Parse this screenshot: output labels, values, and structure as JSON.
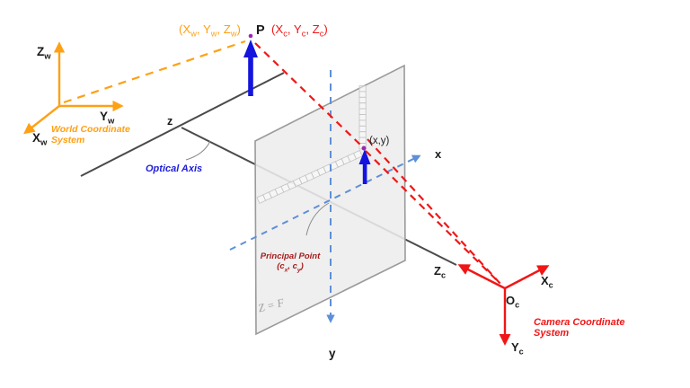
{
  "labels": {
    "point_p": "P",
    "world_point_coords": [
      "(X",
      [
        "w"
      ],
      ", Y",
      [
        "w"
      ],
      ", Z",
      [
        "w"
      ],
      ")"
    ],
    "camera_point_coords": [
      "(X",
      [
        "c"
      ],
      ", Y",
      [
        "c"
      ],
      ", Z",
      [
        "c"
      ],
      ")"
    ],
    "world_axis_z": [
      "Z",
      [
        "w"
      ]
    ],
    "world_axis_y": [
      "Y",
      [
        "w"
      ]
    ],
    "world_axis_x": [
      "X",
      [
        "w"
      ]
    ],
    "world_system_line1": "World Coordinate",
    "world_system_line2": "System",
    "optical_axis_point": "z",
    "optical_axis": "Optical Axis",
    "image_point": "(x,y)",
    "image_axis_x": "x",
    "image_axis_y": "y",
    "principal_point_line1": "Principal Point",
    "principal_point_coords": [
      "(c",
      [
        "x"
      ],
      ", c",
      [
        "y"
      ],
      ")"
    ],
    "plane_depth": "Z = F",
    "camera_axis_z": [
      "Z",
      [
        "c"
      ]
    ],
    "camera_axis_x": [
      "X",
      [
        "c"
      ]
    ],
    "camera_axis_y": [
      "Y",
      [
        "c"
      ]
    ],
    "camera_origin": [
      "O",
      [
        "c"
      ]
    ],
    "camera_system_line1": "Camera Coordinate",
    "camera_system_line2": "System"
  },
  "colors": {
    "world_accent": "#FFA014",
    "camera_accent": "#F11616",
    "projection_blue": "#1414DE",
    "image_axes_blue": "#5E8FD8",
    "optical_axis_label_blue": "#1F1FD9",
    "principal_point_red": "#A61C1C",
    "plane_fill": "#EDEDED",
    "plane_stroke": "#9A9A9A",
    "scene_line_dark": "#4A4A4A",
    "depth_label_gray": "#9E9E9E",
    "point_purple": "#9C27B0",
    "background": "#FFFFFF"
  }
}
